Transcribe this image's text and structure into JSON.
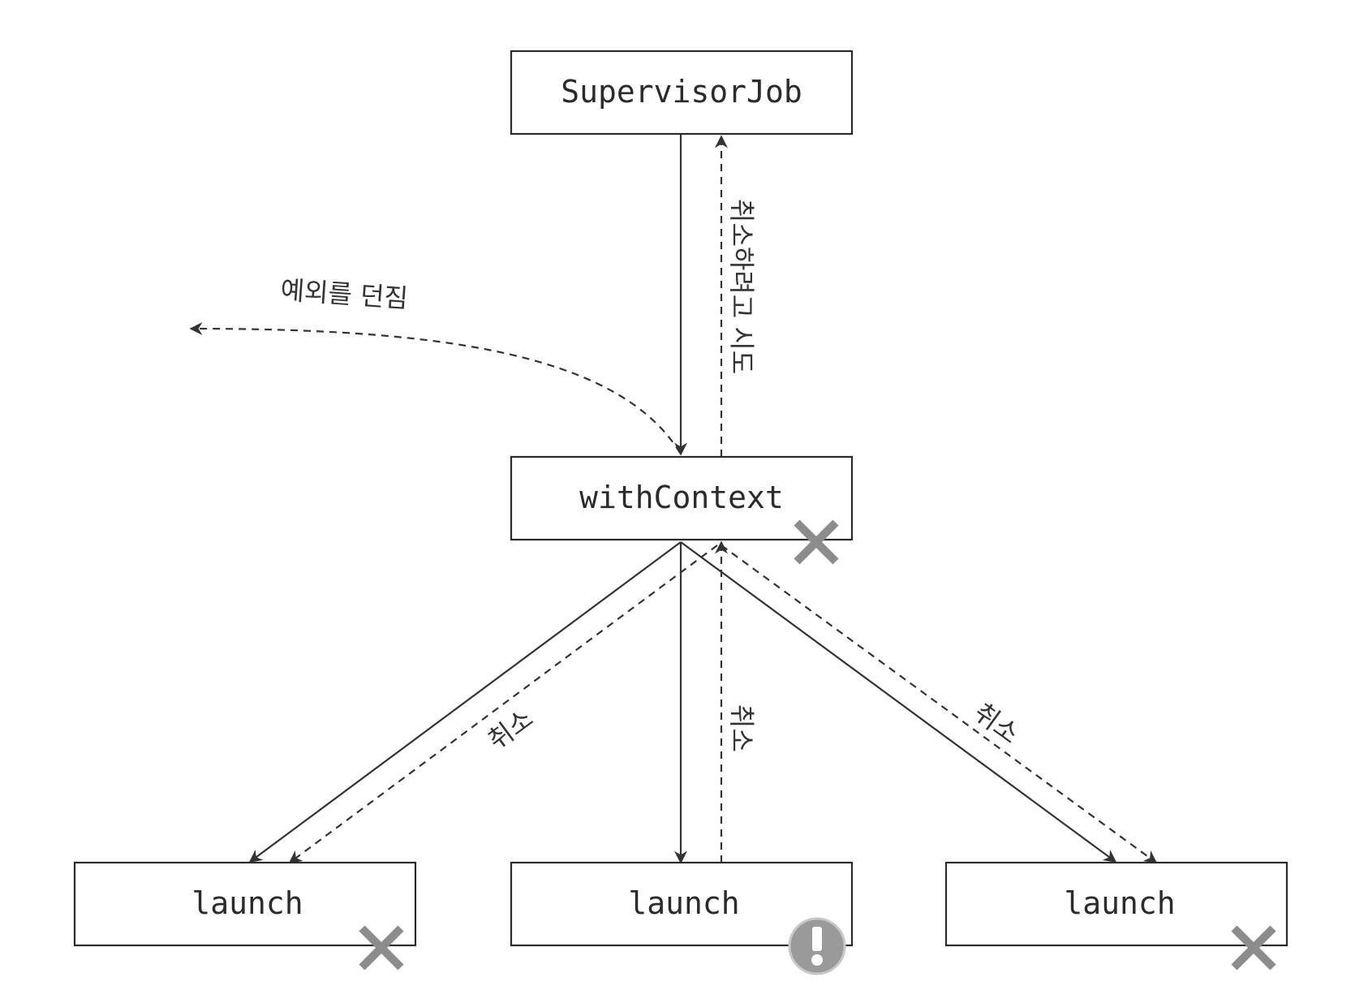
{
  "nodes": {
    "supervisor": {
      "label": "SupervisorJob"
    },
    "with_context": {
      "label": "withContext",
      "status": "cancelled"
    },
    "launch_left": {
      "label": "launch",
      "status": "cancelled"
    },
    "launch_middle": {
      "label": "launch",
      "status": "exception"
    },
    "launch_right": {
      "label": "launch",
      "status": "cancelled"
    }
  },
  "edges": {
    "cancel_attempt": "취소하려고 시도",
    "throws_exception": "예외를 던짐",
    "cancel_left": "취소",
    "cancel_middle": "취소",
    "cancel_right": "취소"
  },
  "icons": {
    "cancelled": "x-icon",
    "exception": "exclamation-icon"
  },
  "colors": {
    "line": "#333333",
    "status_icon": "#8c8c8c"
  }
}
